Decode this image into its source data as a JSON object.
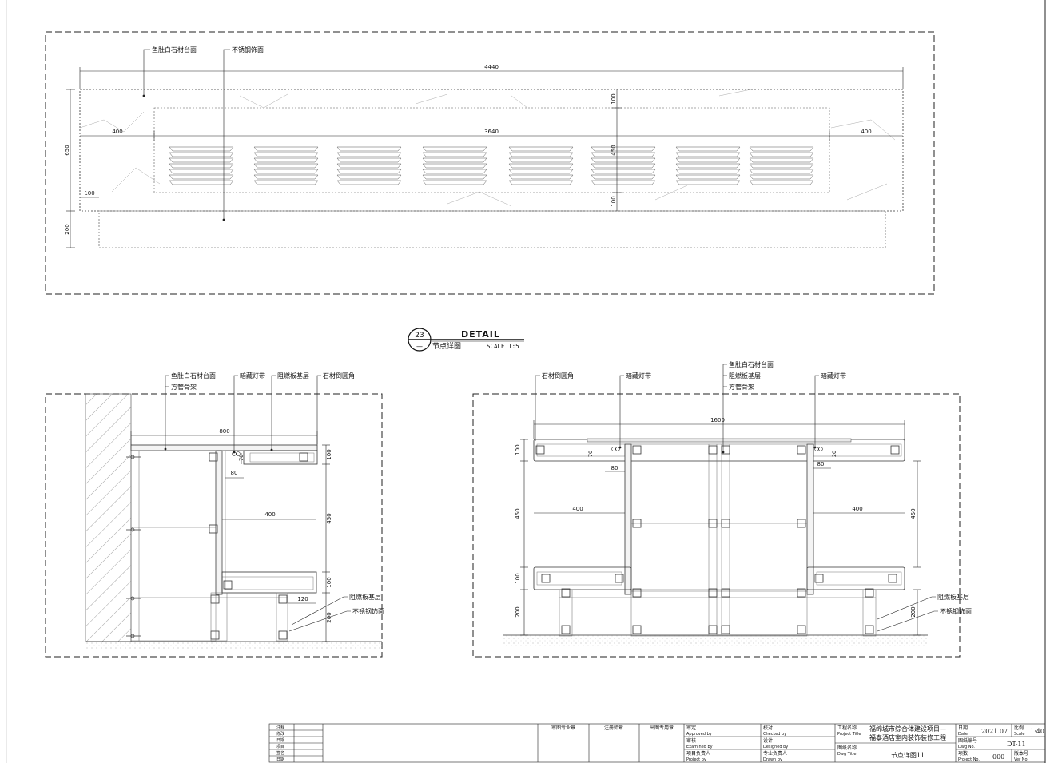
{
  "plan": {
    "callouts": [
      "鱼肚白石材台面",
      "不锈钢饰面"
    ],
    "dims": {
      "overall": "4440",
      "left": "400",
      "center": "3640",
      "right": "400",
      "depth": "650",
      "edge": "100",
      "base": "200",
      "top_band": "100",
      "mid_band": "450",
      "bottom_band": "100"
    }
  },
  "detail": {
    "number": "23",
    "sub": "—",
    "title": "DETAIL",
    "subtitle": "节点详图",
    "scale": "SCALE 1:5"
  },
  "left_section": {
    "callouts": [
      "鱼肚白石材台面",
      "方管骨架",
      "暗藏灯带",
      "阻燃板基层",
      "石材倒圆角"
    ],
    "bottom_callouts": [
      "阻燃板基层",
      "不锈钢饰面"
    ],
    "dims": {
      "width": "800",
      "d70": "70",
      "d80": "80",
      "top": "100",
      "shelf": "400",
      "gap": "450",
      "lower": "100",
      "d120": "120",
      "base": "200"
    }
  },
  "right_section": {
    "callouts_left": [
      "石材倒圆角",
      "暗藏灯带"
    ],
    "callouts_center": [
      "鱼肚白石材台面",
      "阻燃板基层",
      "方管骨架"
    ],
    "callouts_right": [
      "暗藏灯带"
    ],
    "bottom_callouts": [
      "阻燃板基层",
      "不锈钢饰面"
    ],
    "dims": {
      "width": "1600",
      "top": "100",
      "d70": "70",
      "d80": "80",
      "shelf_left": "400",
      "shelf_right": "400",
      "gap": "450",
      "lower": "100",
      "base": "200",
      "d20": "20"
    }
  },
  "title_block": {
    "rev_labels": [
      "注释",
      "修改",
      "日期",
      "项目",
      "签名",
      "日期"
    ],
    "stamps": [
      "审图专业章",
      "注册师章",
      "出图专用章"
    ],
    "approved": "审定",
    "approved_en": "Approved by",
    "checked": "校对",
    "checked_en": "Checked by",
    "examined": "审核",
    "examined_en": "Examined by",
    "designed": "设计",
    "designed_en": "Designed by",
    "project_leader": "项目负责人",
    "project_leader_en": "Project by",
    "discipline_leader": "专业负责人",
    "discipline_leader_en": "Drawn by",
    "project_title_label": "工程名称",
    "project_title_label_en": "Project Title",
    "project_title_1": "福绵城市综合体建设项目—",
    "project_title_2": "福泰酒店室内装饰装修工程",
    "drawing_title_label": "图纸名称",
    "drawing_title_label_en": "Dwg Title",
    "drawing_title": "节点详图11",
    "date_label": "日期",
    "date_label_en": "Date",
    "date": "2021.07",
    "scale_label": "比例",
    "scale_label_en": "Scale",
    "scale": "1:40",
    "dwg_no_label": "图纸编号",
    "dwg_no_label_en": "Dwg No.",
    "dwg_no": "DT-11",
    "proj_no_label": "项数",
    "proj_no_label_en": "Project No.",
    "proj_no": "000",
    "ver_label": "版本号",
    "ver_label_en": "Ver No."
  }
}
